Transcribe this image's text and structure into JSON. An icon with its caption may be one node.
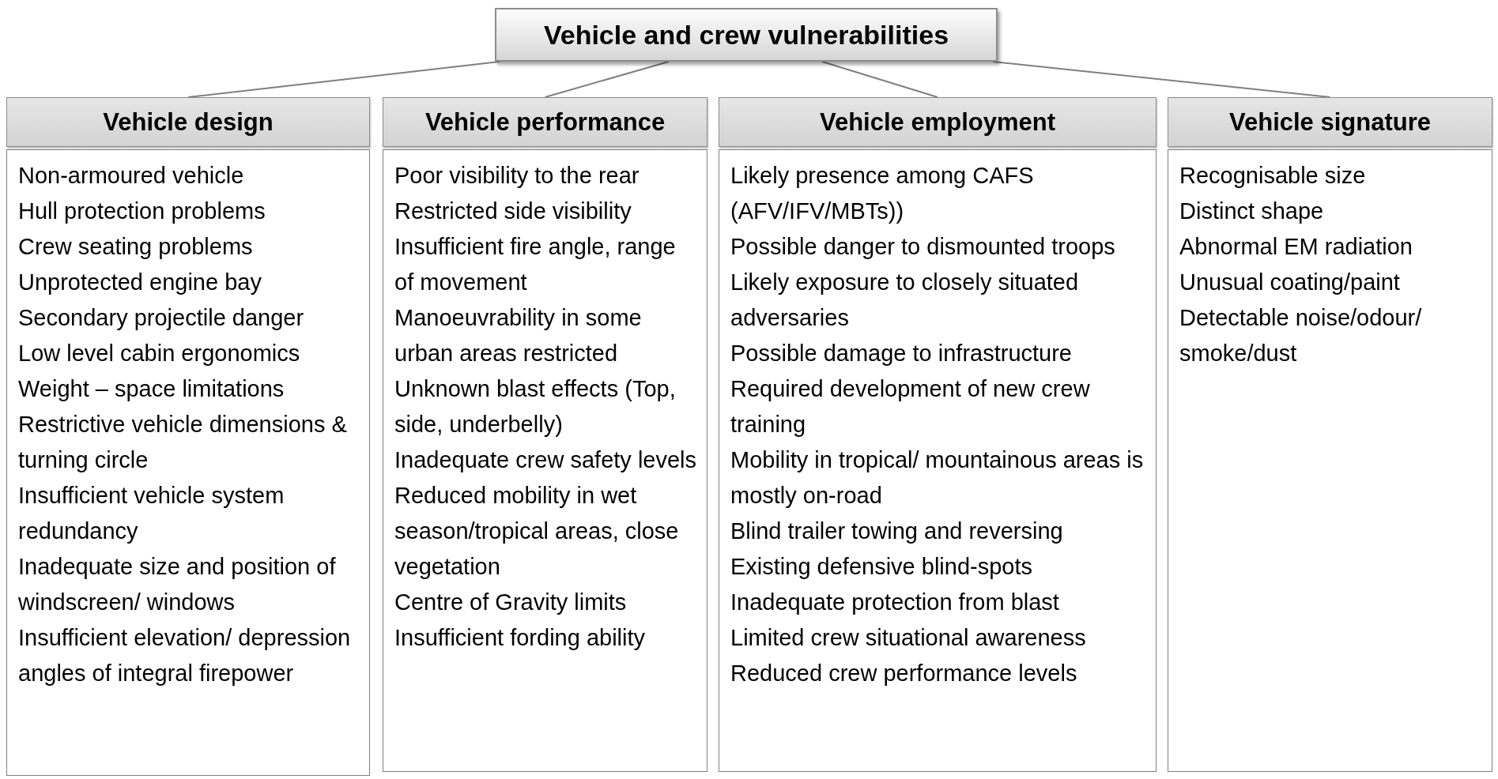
{
  "diagram": {
    "nodes": [
      {
        "text": [
          "Vehicle and crew vulnerabilities"
        ]
      },
      {
        "text": [
          "Vehicle design"
        ]
      },
      {
        "text": [
          "Vehicle performance"
        ]
      },
      {
        "text": [
          "Vehicle employment"
        ]
      },
      {
        "text": [
          "Vehicle signature"
        ]
      },
      {
        "text": [
          "Non-armoured vehicle",
          "Hull protection problems",
          "Crew seating problems",
          "Unprotected engine bay",
          "Secondary projectile danger",
          "Low level cabin ergonomics",
          "Weight – space limitations",
          "Restrictive vehicle dimensions & turning circle",
          "Insufficient vehicle system redundancy",
          "Inadequate size and position of windscreen/ windows",
          "Insufficient elevation/ depression angles of integral firepower"
        ]
      },
      {
        "text": [
          "Poor visibility to the rear",
          "Restricted side visibility",
          "Insufficient fire angle, range of movement",
          "Manoeuvrability in some urban areas restricted",
          "Unknown blast effects (Top, side, underbelly)",
          "Inadequate crew safety levels",
          "Reduced mobility in wet season/tropical areas, close vegetation",
          "Centre of Gravity limits",
          "Insufficient fording ability"
        ]
      },
      {
        "text": [
          "Likely presence among CAFS (AFV/IFV/MBTs))",
          "Possible danger to dismounted troops",
          "Likely exposure to closely situated adversaries",
          "Possible damage to infrastructure",
          "Required development of new crew training",
          "Mobility in tropical/ mountainous areas is mostly on-road",
          "Blind trailer towing and reversing",
          "Existing defensive blind-spots",
          "Inadequate protection from blast",
          "Limited crew situational awareness",
          "Reduced crew performance levels"
        ]
      },
      {
        "text": [
          "Recognisable size",
          "Distinct shape",
          "Abnormal EM radiation",
          "Unusual coating/paint",
          "Detectable noise/odour/ smoke/dust"
        ]
      }
    ],
    "edges": [
      {
        "from": 0,
        "to": 1,
        "arrow": "none"
      },
      {
        "from": 0,
        "to": 2,
        "arrow": "none"
      },
      {
        "from": 0,
        "to": 3,
        "arrow": "none"
      },
      {
        "from": 0,
        "to": 4,
        "arrow": "none"
      }
    ]
  }
}
